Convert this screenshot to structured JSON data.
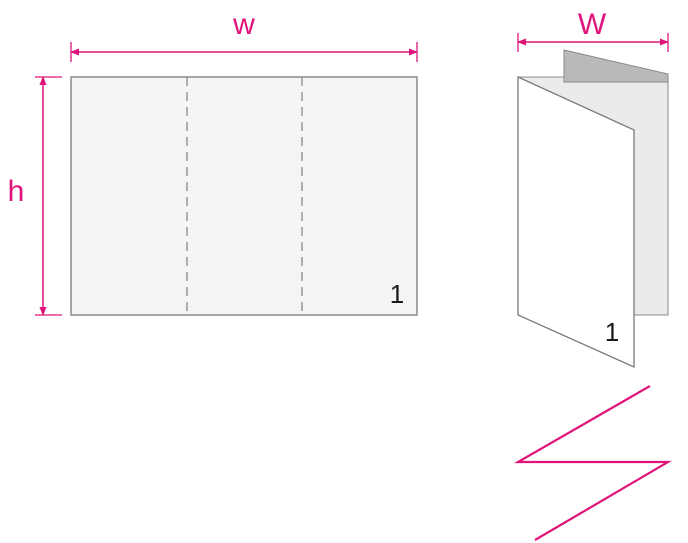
{
  "labels": {
    "flat_width": "w",
    "flat_height": "h",
    "folded_width": "W",
    "flat_page_number": "1",
    "folded_page_number": "1"
  },
  "colors": {
    "dimension": "#e0137a",
    "outline": "#7a7a7a",
    "panel_fill": "#f4f4f4",
    "fold_line": "#8a8a8a",
    "back_panel": "#ebebeb",
    "inner_panel": "#b9b9b9",
    "front_panel": "#ffffff"
  },
  "diagram": {
    "flat_sheet_panels": 3,
    "fold_type": "zig-zag"
  }
}
